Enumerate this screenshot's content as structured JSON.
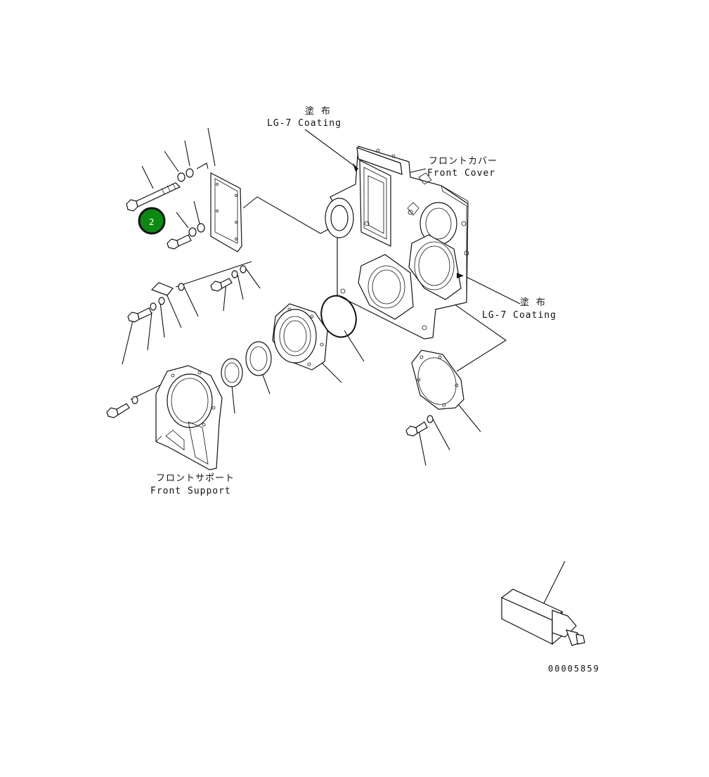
{
  "callout": {
    "number": "2",
    "color": "#0b8a12",
    "ring": "#111111"
  },
  "labels": {
    "coating_top_jp": "塗 布",
    "coating_top_en": "LG-7 Coating",
    "front_cover_jp": "フロントカバー",
    "front_cover_en": "Front Cover",
    "coating_right_jp": "塗 布",
    "coating_right_en": "LG-7 Coating",
    "front_support_jp": "フロントサポート",
    "front_support_en": "Front Support",
    "drawing_number": "00005859"
  }
}
